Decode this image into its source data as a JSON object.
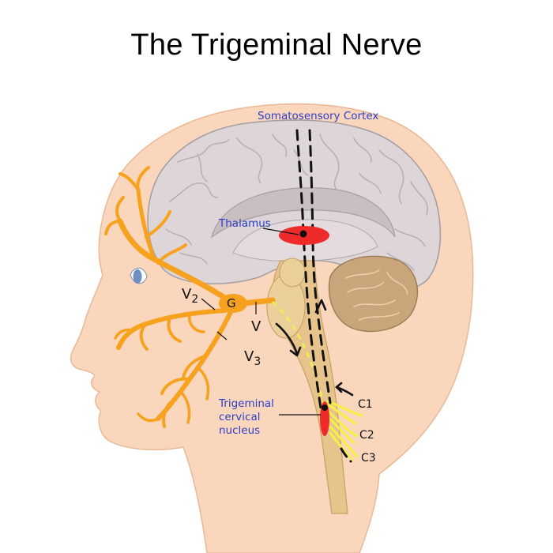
{
  "title": "The Trigeminal Nerve",
  "labels": {
    "cortex": "Somatosensory Cortex",
    "thalamus": "Thalamus",
    "ganglion": "G",
    "v": "V",
    "v2_base": "V",
    "v2_sub": "2",
    "v3_base": "V",
    "v3_sub": "3",
    "nucleus_line1": "Trigeminal",
    "nucleus_line2": "cervical",
    "nucleus_line3": "nucleus",
    "c1": "C1",
    "c2": "C2",
    "c3": "C3"
  },
  "colors": {
    "skin": "#fad6bd",
    "skin_outline": "#e9b894",
    "brain": "#ddd5d8",
    "brain_outline": "#a79fa2",
    "cerebellum": "#c9a57c",
    "brainstem": "#e6c48c",
    "nerve": "#f6a21e",
    "spinal_nerve": "#f4f04a",
    "red": "#ef2a2a",
    "label_blue": "#2a3ec8"
  }
}
